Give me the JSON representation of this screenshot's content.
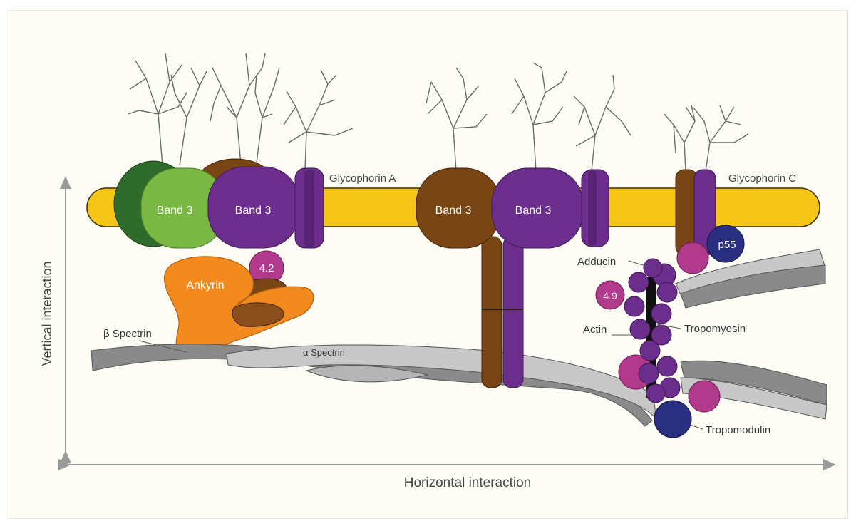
{
  "diagram": {
    "labels": {
      "band3_1": "Band 3",
      "band3_2": "Band 3",
      "band3_3": "Band 3",
      "band3_4": "Band 3",
      "glycophorin_a": "Glycophorin A",
      "glycophorin_c": "Glycophorin C",
      "protein_42": "4.2",
      "ankyrin": "Ankyrin",
      "beta_spectrin": "β Spectrin",
      "alpha_spectrin": "α Spectrin",
      "adducin": "Adducin",
      "p55": "p55",
      "protein_49": "4.9",
      "actin": "Actin",
      "tropomyosin": "Tropomyosin",
      "tropomodulin": "Tropomodulin",
      "vertical_axis": "Vertical interaction",
      "horizontal_axis": "Horizontal interaction"
    },
    "colors": {
      "membrane": "#f5c518",
      "dark_green": "#2f6b2a",
      "light_green": "#79b843",
      "purple": "#6b2e8c",
      "brown": "#7a4515",
      "orange": "#f28a1e",
      "magenta": "#b23a8c",
      "navy": "#2a2f80",
      "spectrin_dark": "#8a8a8a",
      "spectrin_light": "#c8c8c8",
      "arrow": "#999999"
    }
  }
}
